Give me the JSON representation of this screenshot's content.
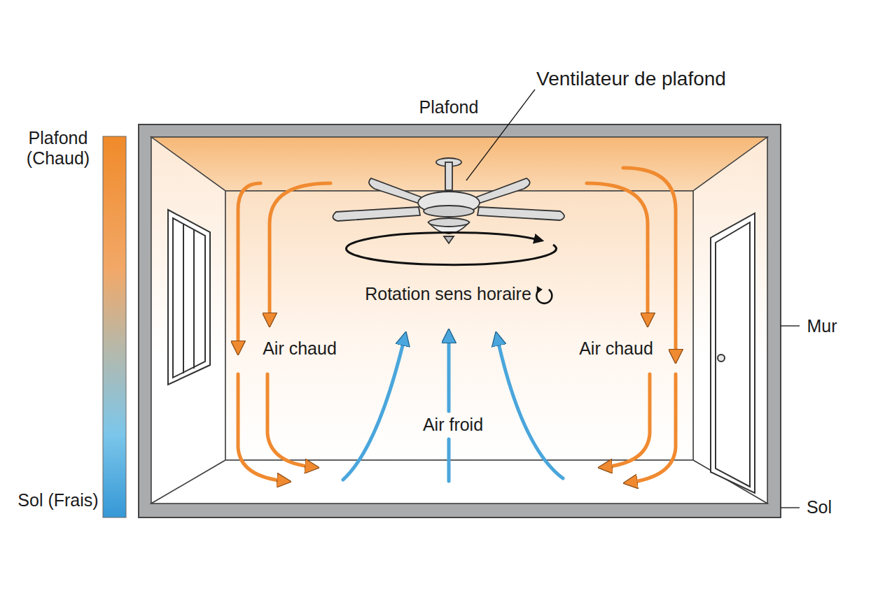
{
  "diagram": {
    "labels": [
      "Ventilateur de plafond",
      "Plafond",
      "Plafond (Chaud)",
      "Rotation sens horaire",
      "Air chaud",
      "Air chaud",
      "Mur",
      "Air froid",
      "Sol (Frais)",
      "Sol"
    ]
  }
}
